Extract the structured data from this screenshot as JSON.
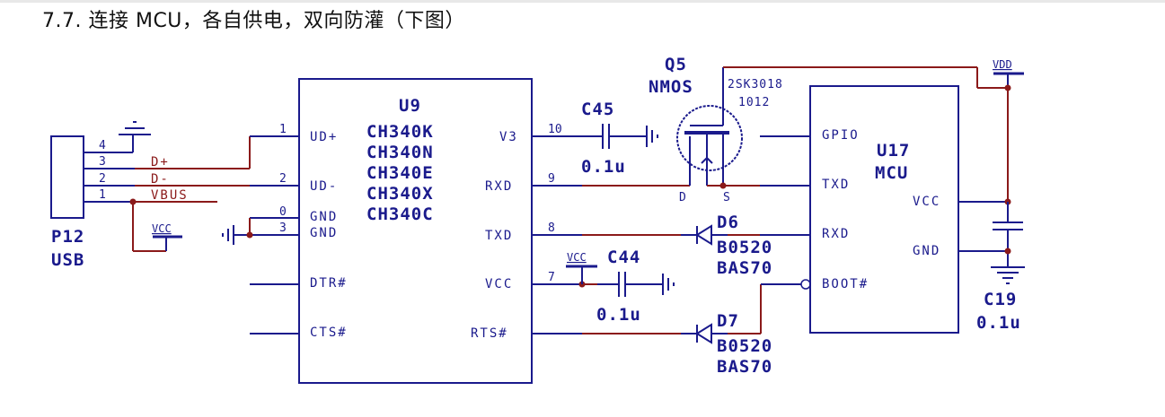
{
  "heading": "7.7. 连接 MCU，各自供电，双向防灌（下图）",
  "colors": {
    "wire_blue": "#1a1a8c",
    "wire_red": "#8b1a1a",
    "background": "#ffffff"
  },
  "p12": {
    "ref": "P12",
    "name": "USB",
    "pins": [
      "4",
      "3",
      "2",
      "1"
    ],
    "nets": [
      "D+",
      "D-",
      "VBUS"
    ],
    "power": "VCC"
  },
  "u9": {
    "ref": "U9",
    "parts": [
      "CH340K",
      "CH340N",
      "CH340E",
      "CH340X",
      "CH340C"
    ],
    "left_pins": [
      {
        "num": "1",
        "name": "UD+"
      },
      {
        "num": "2",
        "name": "UD-"
      },
      {
        "num": "0",
        "name": "GND"
      },
      {
        "num": "3",
        "name": "GND"
      },
      {
        "num": "",
        "name": "DTR#"
      },
      {
        "num": "",
        "name": "CTS#"
      }
    ],
    "right_pins": [
      {
        "num": "10",
        "name": "V3"
      },
      {
        "num": "9",
        "name": "RXD"
      },
      {
        "num": "8",
        "name": "TXD"
      },
      {
        "num": "7",
        "name": "VCC"
      },
      {
        "num": "",
        "name": "RTS#"
      }
    ]
  },
  "c45": {
    "ref": "C45",
    "value": "0.1u"
  },
  "c44": {
    "ref": "C44",
    "value": "0.1u",
    "power": "VCC"
  },
  "c19": {
    "ref": "C19",
    "value": "0.1u"
  },
  "q5": {
    "ref": "Q5",
    "type": "NMOS",
    "part": "2SK3018",
    "code": "1012",
    "drain": "D",
    "source": "S"
  },
  "d6": {
    "ref": "D6",
    "part1": "B0520",
    "part2": "BAS70"
  },
  "d7": {
    "ref": "D7",
    "part1": "B0520",
    "part2": "BAS70"
  },
  "u17": {
    "ref": "U17",
    "name": "MCU",
    "left_pins": [
      "GPIO",
      "TXD",
      "RXD",
      "BOOT#"
    ],
    "right_pins": [
      "VCC",
      "GND"
    ],
    "power": "VDD"
  }
}
